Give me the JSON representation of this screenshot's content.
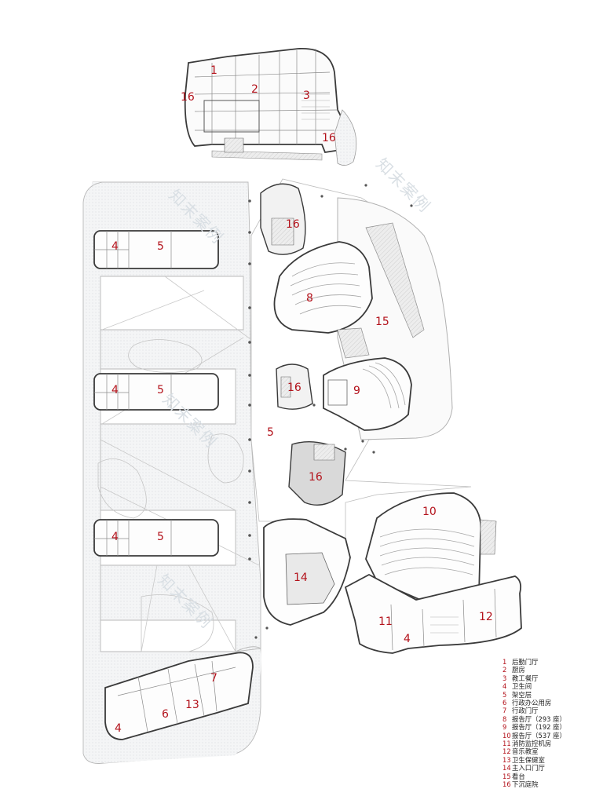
{
  "watermark": "知末案例",
  "room_numbers": {
    "r1": "1",
    "r2": "2",
    "r3": "3",
    "r4a": "4",
    "r4b": "4",
    "r4c": "4",
    "r4d": "4",
    "r4e": "4",
    "r5a": "5",
    "r5b": "5",
    "r5c": "5",
    "r5d": "5",
    "r6": "6",
    "r7": "7",
    "r8": "8",
    "r9": "9",
    "r10": "10",
    "r11": "11",
    "r12": "12",
    "r13": "13",
    "r14": "14",
    "r15": "15",
    "r16a": "16",
    "r16b": "16",
    "r16c": "16",
    "r16d": "16",
    "r16e": "16"
  },
  "legend": [
    {
      "num": "1",
      "label": "后勤门厅"
    },
    {
      "num": "2",
      "label": "厨房"
    },
    {
      "num": "3",
      "label": "教工餐厅"
    },
    {
      "num": "4",
      "label": "卫生间"
    },
    {
      "num": "5",
      "label": "架空层"
    },
    {
      "num": "6",
      "label": "行政办公用房"
    },
    {
      "num": "7",
      "label": "行政门厅"
    },
    {
      "num": "8",
      "label": "报告厅（293 座）"
    },
    {
      "num": "9",
      "label": "报告厅（192 座）"
    },
    {
      "num": "10",
      "label": "报告厅（537 座）"
    },
    {
      "num": "11",
      "label": "消防监控机房"
    },
    {
      "num": "12",
      "label": "音乐教室"
    },
    {
      "num": "13",
      "label": "卫生保健室"
    },
    {
      "num": "14",
      "label": "主入口门厅"
    },
    {
      "num": "15",
      "label": "看台"
    },
    {
      "num": "16",
      "label": "下沉庭院"
    }
  ]
}
